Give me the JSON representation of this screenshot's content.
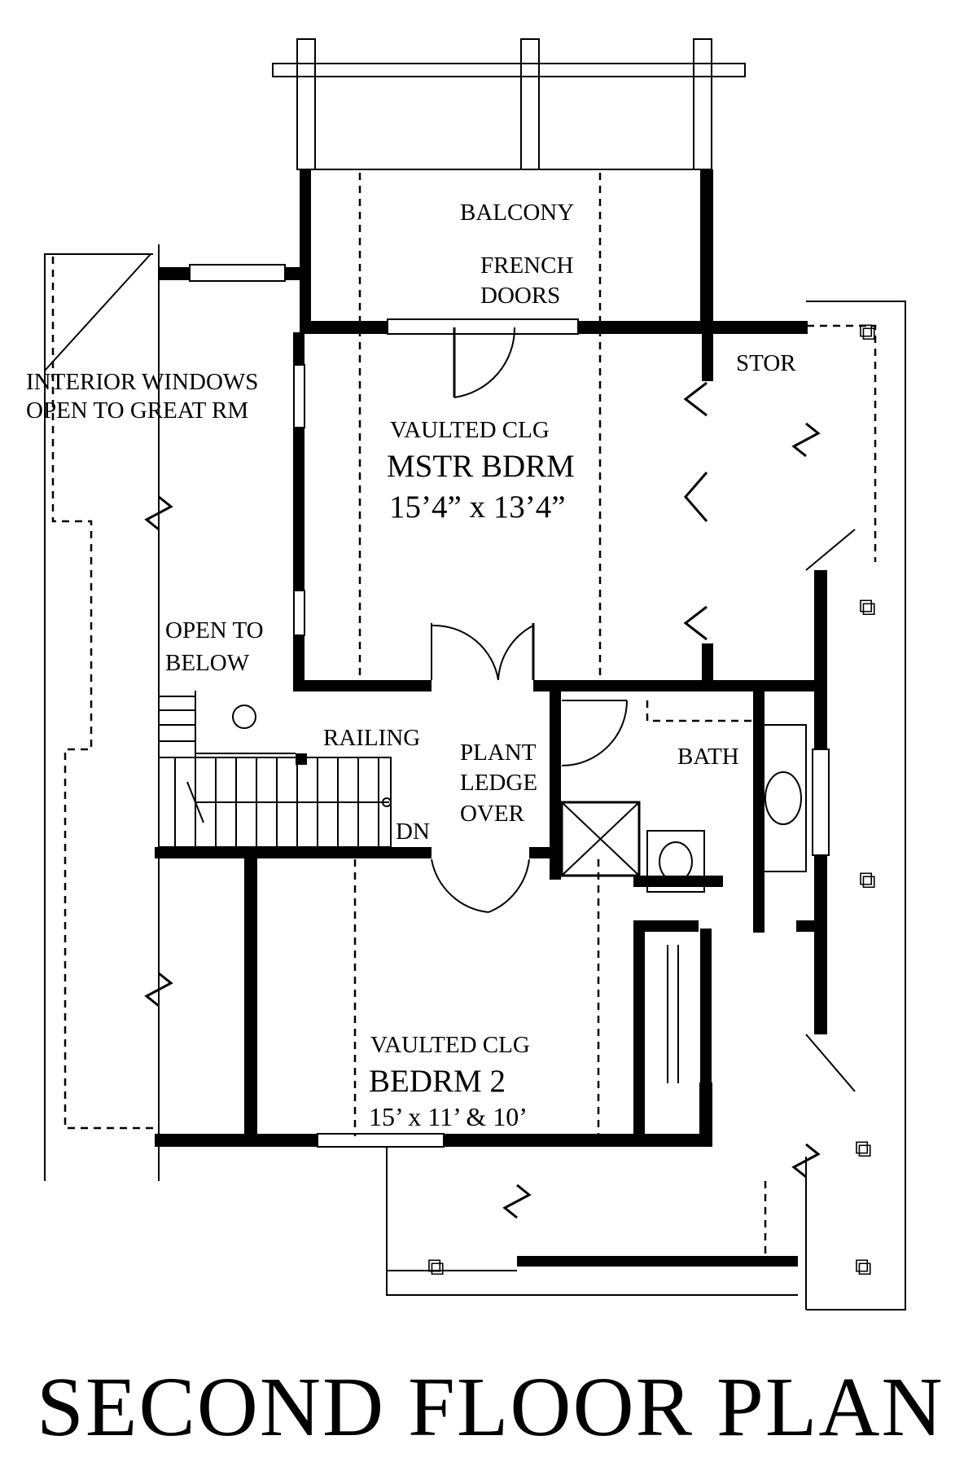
{
  "plan": {
    "title": "SECOND FLOOR PLAN",
    "labels": {
      "balcony": "BALCONY",
      "french_doors_1": "FRENCH",
      "french_doors_2": "DOORS",
      "stor": "STOR",
      "interior_windows_1": "INTERIOR WINDOWS",
      "interior_windows_2": "OPEN TO GREAT RM",
      "mstr_vaulted": "VAULTED CLG",
      "mstr_name": "MSTR BDRM",
      "mstr_size": "15’4” x 13’4”",
      "open_to_below_1": "OPEN TO",
      "open_to_below_2": "BELOW",
      "railing": "RAILING",
      "plant_ledge_1": "PLANT",
      "plant_ledge_2": "LEDGE",
      "plant_ledge_3": "OVER",
      "bath": "BATH",
      "dn": "DN",
      "bedrm2_vaulted": "VAULTED CLG",
      "bedrm2_name": "BEDRM 2",
      "bedrm2_size": "15’ x 11’ & 10’"
    }
  }
}
